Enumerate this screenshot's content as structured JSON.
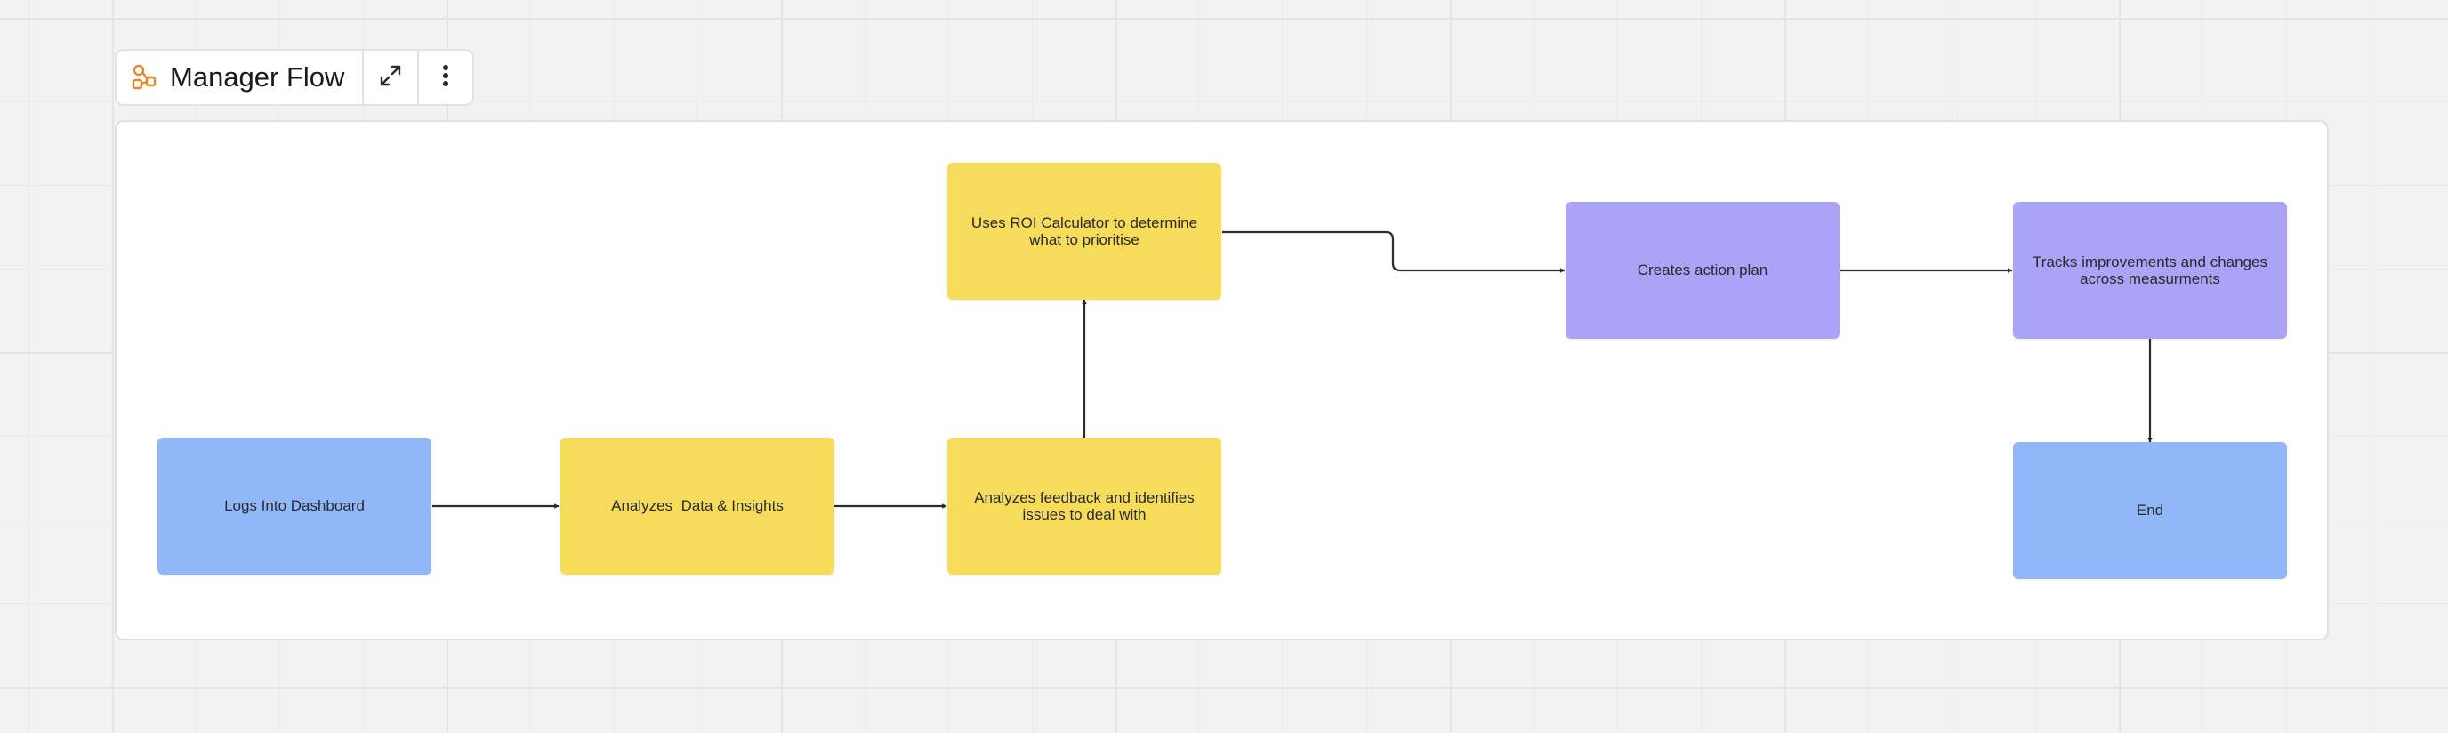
{
  "board": {
    "title": "Manager Flow",
    "icons": {
      "flow": "flow-diagram-icon",
      "expand": "expand-icon",
      "more": "more-vertical-icon"
    },
    "colors": {
      "blue": "#90b8f8",
      "yellow": "#f7dc5c",
      "purple": "#aba4f6",
      "accent": "#e8872c"
    }
  },
  "flow": {
    "nodes": [
      {
        "id": "logs-into-dashboard",
        "label": "Logs Into Dashboard",
        "color": "blue"
      },
      {
        "id": "analyzes-data",
        "label": "Analyzes  Data & Insights",
        "color": "yellow"
      },
      {
        "id": "analyzes-feedback",
        "label": "Analyzes feedback and identifies issues to deal with",
        "color": "yellow"
      },
      {
        "id": "uses-roi-calculator",
        "label": "Uses ROI Calculator to determine what to prioritise",
        "color": "yellow"
      },
      {
        "id": "creates-action-plan",
        "label": "Creates action plan",
        "color": "purple"
      },
      {
        "id": "tracks-improvements",
        "label": "Tracks improvements and changes across measurments",
        "color": "purple"
      },
      {
        "id": "end",
        "label": "End",
        "color": "blue"
      }
    ],
    "edges": [
      {
        "from": "logs-into-dashboard",
        "to": "analyzes-data"
      },
      {
        "from": "analyzes-data",
        "to": "analyzes-feedback"
      },
      {
        "from": "analyzes-feedback",
        "to": "uses-roi-calculator"
      },
      {
        "from": "uses-roi-calculator",
        "to": "creates-action-plan"
      },
      {
        "from": "creates-action-plan",
        "to": "tracks-improvements"
      },
      {
        "from": "tracks-improvements",
        "to": "end"
      }
    ]
  }
}
